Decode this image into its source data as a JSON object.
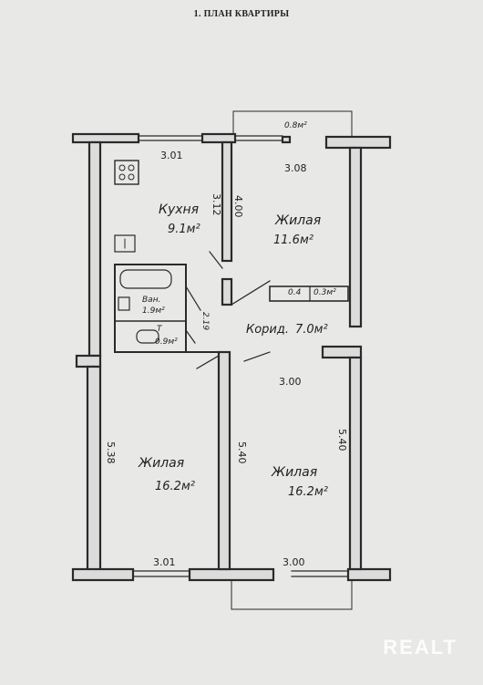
{
  "title": "1. ПЛАН КВАРТИРЫ",
  "rooms": {
    "kitchen": {
      "name": "Кухня",
      "area": "9.1м²"
    },
    "living_top": {
      "name": "Жилая",
      "area": "11.6м²"
    },
    "living_left": {
      "name": "Жилая",
      "area": "16.2м²"
    },
    "living_right": {
      "name": "Жилая",
      "area": "16.2м²"
    },
    "bath": {
      "name": "Ван.",
      "area": "1.9м²"
    },
    "wc": {
      "name": "T",
      "area": "0.9м²"
    },
    "corridor": {
      "name": "Корид.",
      "area": "7.0м²"
    }
  },
  "dimensions": {
    "balcony_top": "0.8м²",
    "kitchen_width": "3.01",
    "kitchen_depth": "3.12",
    "living_top_width": "3.08",
    "living_top_depth": "4.00",
    "closet_a": "0.4",
    "closet_b": "0.3м²",
    "bath_door_dim": "2.19",
    "corridor_width": "3.00",
    "living_left_depth": "5.38",
    "living_left_width": "3.01",
    "living_right_depth_left": "5.40",
    "living_right_depth_right": "5.40",
    "living_right_width": "3.00"
  },
  "watermark": "REALT"
}
